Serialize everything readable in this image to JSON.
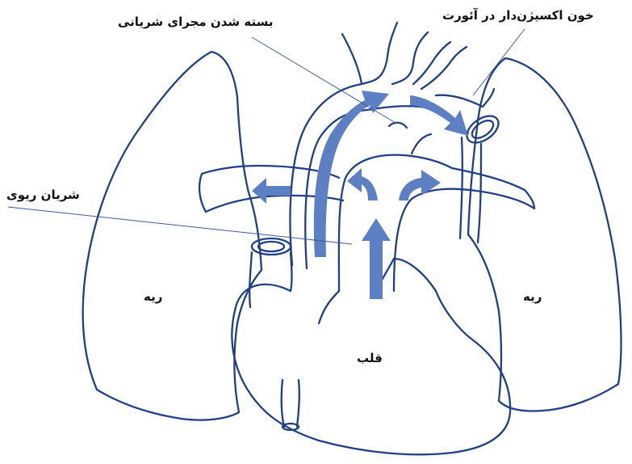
{
  "labels": {
    "ductus_closing": "بسته شدن مجرای شریانی",
    "oxygenated_blood_aorta": "خون اکسیژن‌دار در آئورت",
    "pulmonary_artery": "شریان ریوی",
    "lung_left": "ریه",
    "lung_right": "ریه",
    "heart": "قلب"
  },
  "colors": {
    "outline": "#1f3f86",
    "arrow": "#5d7fc4",
    "leader_line": "#3e5aa2",
    "text": "#111111"
  }
}
